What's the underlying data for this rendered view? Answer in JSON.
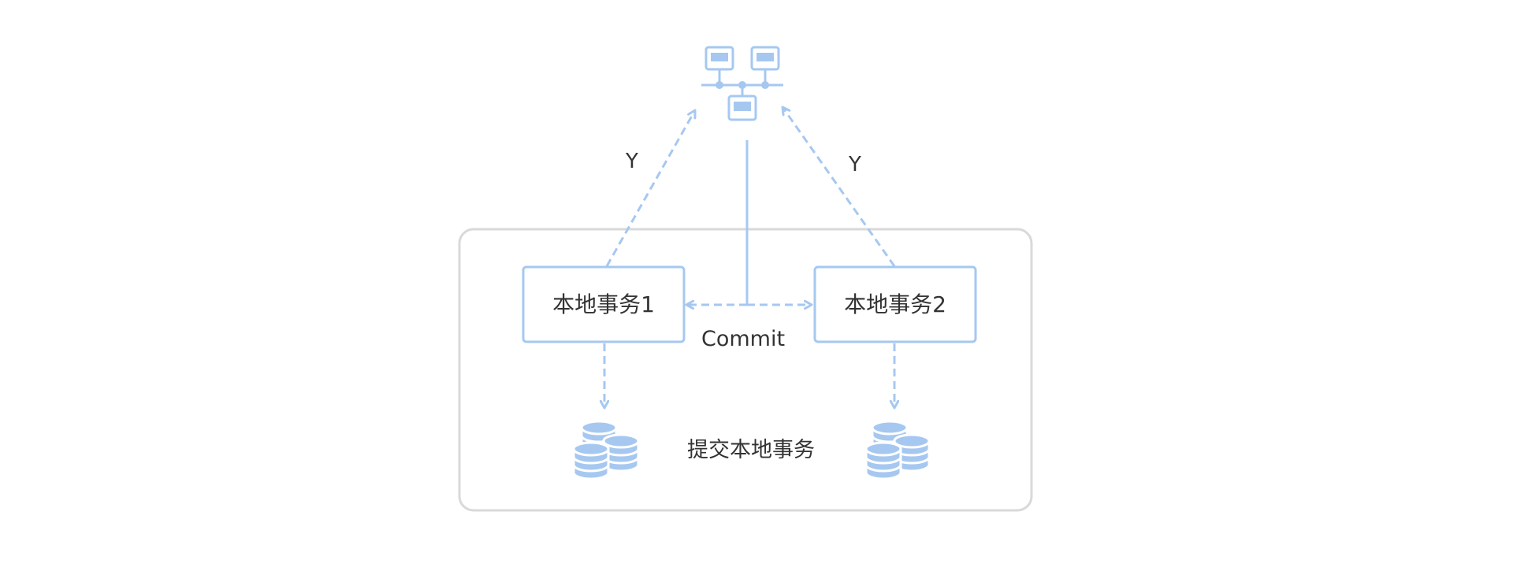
{
  "labels": {
    "left_edge": "Y",
    "right_edge": "Y",
    "center_edge": "Commit"
  },
  "nodes": {
    "tx1": "本地事务1",
    "tx2": "本地事务2"
  },
  "group": {
    "caption": "提交本地事务"
  },
  "icons": {
    "coordinator": "network-computers-icon",
    "db_left": "database-stack-icon",
    "db_right": "database-stack-icon"
  },
  "colors": {
    "accent": "#a6c8f0",
    "group_border": "#d9d9d9",
    "text": "#333333"
  }
}
